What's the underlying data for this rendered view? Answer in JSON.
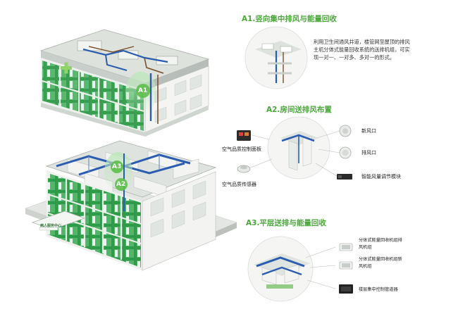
{
  "building": {
    "callouts": [
      "A1",
      "A2",
      "A3"
    ],
    "sign_text": "病人服务中心"
  },
  "section_a1": {
    "title": "A1.竖向集中排风与能量回收",
    "description": "利用卫生间通风井道，楼管网至屋顶的排风主机分体式能量回收系统的送排机组，可实现一对一、一对多、多对一的形式。"
  },
  "section_a2": {
    "title": "A2.房间送排风布置",
    "labels": {
      "new_air": "新风口",
      "exhaust": "排风口",
      "control_panel": "空气品质控制面板",
      "sensor": "空气品质传感器",
      "smart_module": "智能风量调节模块"
    }
  },
  "section_a3": {
    "title": "A3.平层送排与能量回收",
    "labels": {
      "exhaust_unit": "分体式能量回收机组排风机组",
      "fresh_unit": "分体式能量回收机组新风机组",
      "floor_control": "楼层集中控制管道器"
    }
  },
  "colors": {
    "accent_green": "#4aa83a",
    "facade_green": "#2f9a4a",
    "duct_blue": "#2a5db0"
  }
}
